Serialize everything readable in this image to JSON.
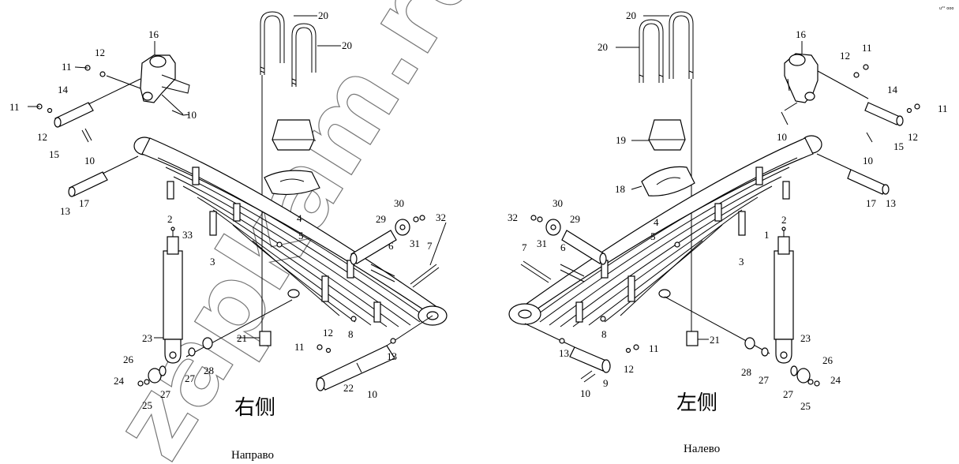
{
  "watermark": "zapkam.ru",
  "corner_mark": "u²° ooo",
  "right_side": {
    "caption_cn": "右侧",
    "caption_ru": "Направо"
  },
  "left_side": {
    "caption_cn": "左侧",
    "caption_ru": "Налево"
  },
  "callouts_right": [
    "20",
    "20",
    "16",
    "11",
    "12",
    "14",
    "10",
    "11",
    "12",
    "15",
    "10",
    "13",
    "17",
    "2",
    "33",
    "3",
    "4",
    "5",
    "29",
    "30",
    "32",
    "31",
    "6",
    "7",
    "23",
    "21",
    "8",
    "12",
    "11",
    "13",
    "22",
    "10",
    "26",
    "24",
    "25",
    "27",
    "27",
    "28"
  ],
  "callouts_left": [
    "20",
    "20",
    "16",
    "11",
    "12",
    "14",
    "11",
    "15",
    "12",
    "10",
    "10",
    "19",
    "18",
    "17",
    "13",
    "2",
    "1",
    "32",
    "30",
    "29",
    "31",
    "7",
    "6",
    "4",
    "5",
    "3",
    "8",
    "23",
    "21",
    "13",
    "12",
    "11",
    "9",
    "10",
    "28",
    "27",
    "26",
    "24",
    "27",
    "25"
  ]
}
